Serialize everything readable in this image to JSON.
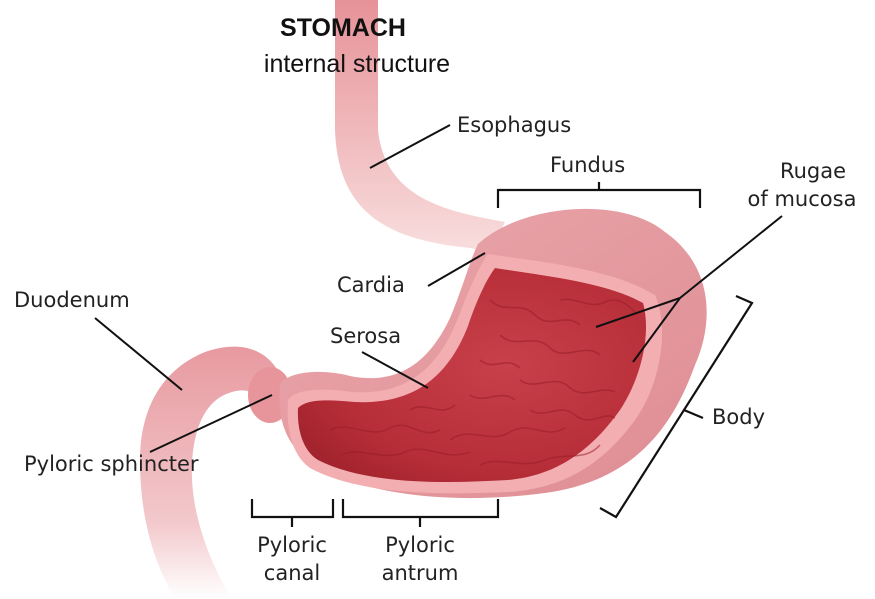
{
  "title": "STOMACH",
  "subtitle": "internal structure",
  "labels": {
    "esophagus": "Esophagus",
    "fundus": "Fundus",
    "rugae_line1": "Rugae",
    "rugae_line2": "of mucosa",
    "cardia": "Cardia",
    "duodenum": "Duodenum",
    "serosa": "Serosa",
    "body": "Body",
    "pyloric_sphincter": "Pyloric sphincter",
    "pyloric_canal_line1": "Pyloric",
    "pyloric_canal_line2": "canal",
    "pyloric_antrum_line1": "Pyloric",
    "pyloric_antrum_line2": "antrum"
  },
  "colors": {
    "outer_wall": "#e9a3a3",
    "serosa_layer": "#f2a4a8",
    "mucosa": "#c8343c",
    "text": "#222222"
  }
}
